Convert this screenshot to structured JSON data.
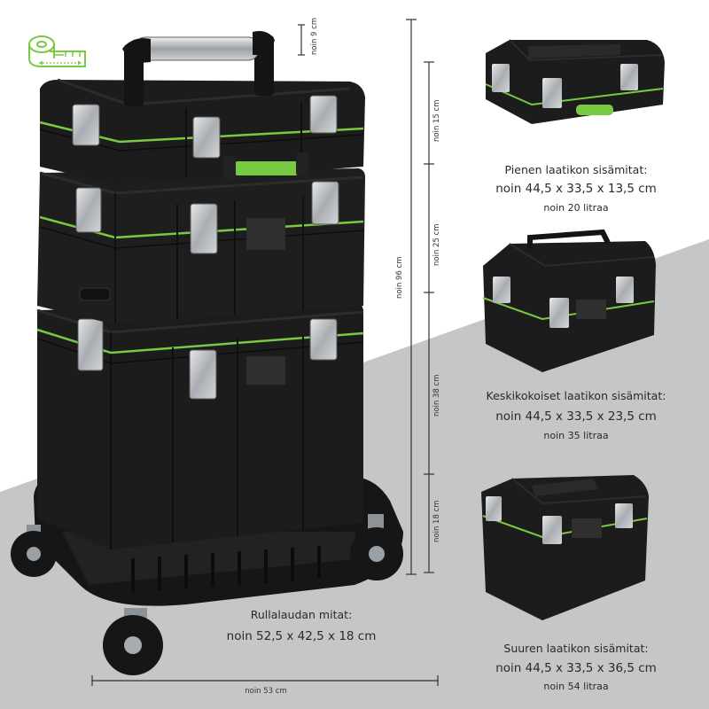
{
  "dimensions": {
    "handle_height": "noin 9 cm",
    "small_box_height": "noin 15 cm",
    "medium_box_height": "noin 25 cm",
    "large_box_height": "noin 38 cm",
    "dolly_height": "noin 18 cm",
    "total_height": "noin 96 cm",
    "total_width": "noin 53 cm"
  },
  "small_box": {
    "title": "Pienen laatikon sisämitat:",
    "dims": "noin 44,5 x 33,5 x 13,5 cm",
    "volume": "noin 20 litraa"
  },
  "medium_box": {
    "title": "Keskikokoiset laatikon sisämitat:",
    "dims": "noin 44,5 x 33,5 x 23,5 cm",
    "volume": "noin 35 litraa"
  },
  "large_box": {
    "title": "Suuren laatikon sisämitat:",
    "dims": "noin 44,5 x 33,5 x 36,5 cm",
    "volume": "noin 54 litraa"
  },
  "dolly": {
    "title": "Rullalaudan mitat:",
    "dims": "noin 52,5 x 42,5 x 18 cm"
  },
  "colors": {
    "accent_green": "#7ac943",
    "box_black": "#1c1c1c",
    "background_gray": "#c4c6c7",
    "latch_metal": "#b8bcbf"
  },
  "icons": [
    "tape-measure-icon"
  ]
}
